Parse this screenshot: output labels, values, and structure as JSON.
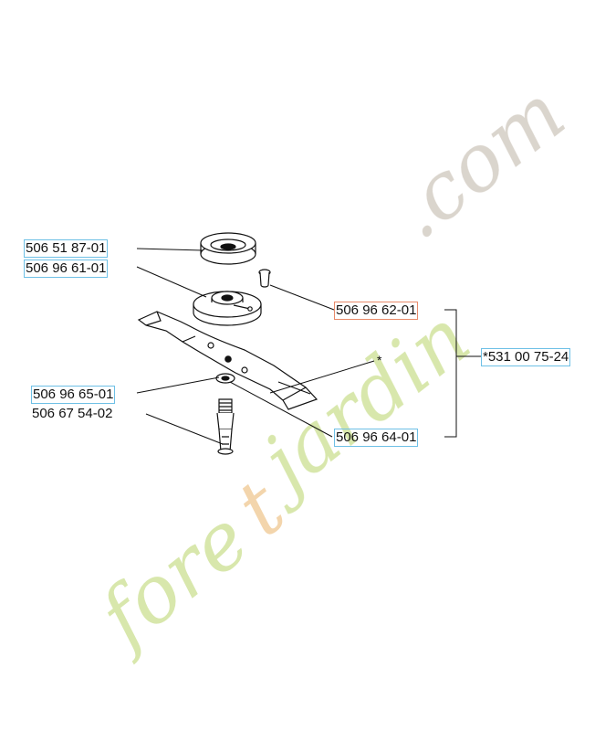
{
  "labels": {
    "part_1": "506 51 87-01",
    "part_2": "506 96 61-01",
    "part_3": "506 96 62-01",
    "part_4": "*531 00 75-24",
    "part_5": "506 96 65-01",
    "part_6": "506 67 54-02",
    "part_7": "506 96 64-01",
    "asterisk": "*"
  },
  "watermark": {
    "text": "foretjardin.com",
    "colors": {
      "green": "#d6e6a8",
      "orange": "#f3d3a8",
      "grey": "#d9d3cb"
    }
  },
  "colors": {
    "line": "#111111",
    "box_blue": "#6ec0e6",
    "box_red": "#e88a6a"
  }
}
